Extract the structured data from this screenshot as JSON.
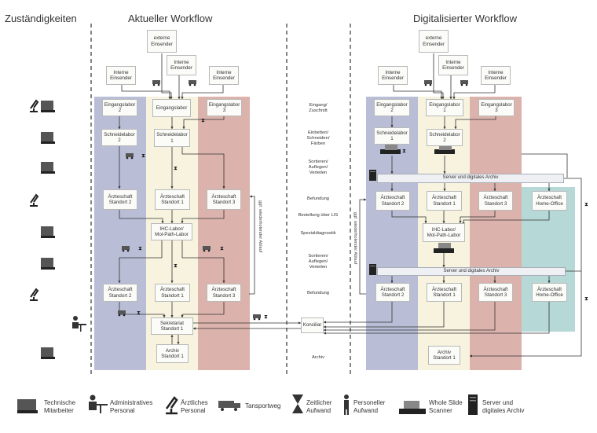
{
  "headings": {
    "responsibilities": "Zuständigkeiten",
    "current": "Aktueller Workflow",
    "digital": "Digitalisierter Workflow"
  },
  "stages": {
    "s1": "Eingang/\nZuschnitt",
    "s2": "Einbetten/\nSchneiden/\nFärben",
    "s3": "Sortieren/\nAuflegen/\nVerteilen",
    "s4": "Befundung",
    "s5": "Bestellung über LIS",
    "s6": "Spezialdiagnostik",
    "s7": "Sortieren/\nAuflegen/\nVerteilen",
    "s8": "Befundung",
    "s9": "Archiv"
  },
  "konsiliar": "Konsiliar",
  "current": {
    "ext": "externe\nEinsender",
    "int1": "Interne\nEinsender",
    "int2": "Interne\nEinsender",
    "int3": "Interne\nEinsender",
    "eing1": "Eingangslabor",
    "eing2": "Eingangslabor\n2",
    "eing3": "Eingangslabor\n3",
    "schn1": "Schneidelabor\n1",
    "schn2": "Schneidelabor\n2",
    "ae1": "Ärzteschaft\nStandort 1",
    "ae2": "Ärzteschaft\nStandort 2",
    "ae3": "Ärzteschaft\nStandort 3",
    "ihc": "IHC-Labor/\nMol-Path-Labor",
    "ae1b": "Ärzteschaft\nStandort 1",
    "ae2b": "Ärzteschaft\nStandort 2",
    "ae3b": "Ärzteschaft\nStandort 3",
    "sekr": "Sekretariat\nStandort 1",
    "archiv": "Archiv\nStandort 1",
    "repeat": "ggf. wiederholender Ablauf"
  },
  "digital": {
    "ext": "externe\nEinsender",
    "int1": "Interne\nEinsender",
    "int2": "Interne\nEinsender",
    "int3": "Interne\nEinsender",
    "eing1": "Eingangslabor\n1",
    "eing2": "Eingangslabor\n2",
    "eing3": "Eingangslabor\n3",
    "schn1": "Schneidelabor\n1",
    "schn2": "Schneidelabor\n2",
    "server1": "Server und digitales Archiv",
    "ae2": "Ärzteschaft\nStandort 2",
    "ae1": "Ärzteschaft\nStandort 1",
    "ae3": "Ärzteschaft\nStandort 3",
    "home": "Ärzteschaft\nHome-Office",
    "ihc": "IHC-Labor/\nMol-Path-Labor",
    "server2": "Server und digitales Archiv",
    "ae2b": "Ärzteschaft\nStandort 2",
    "ae1b": "Ärzteschaft\nStandort 1",
    "ae3b": "Ärzteschaft\nStandort 3",
    "homeb": "Ärzteschaft\nHome-Office",
    "archiv": "Archiv\nStandort 1",
    "repeat": "ggf. wiederholender Ablauf"
  },
  "legend": {
    "tech": "Technische\nMitarbeiter",
    "admin": "Administratives\nPersonal",
    "med": "Ärztliches\nPersonal",
    "transport": "Tansportweg",
    "time": "Zeitlicher\nAufwand",
    "staff": "Personeller\nAufwand",
    "scanner": "Whole Slide\nScanner",
    "server": "Server und\ndigitales Archiv"
  },
  "colors": {
    "lane_blue": "#b9bdd6",
    "lane_cream": "#f7f3df",
    "lane_red": "#dcb3ac",
    "lane_teal": "#b6d8d6",
    "box_fill": "#fbfbf8",
    "line": "#333333"
  }
}
